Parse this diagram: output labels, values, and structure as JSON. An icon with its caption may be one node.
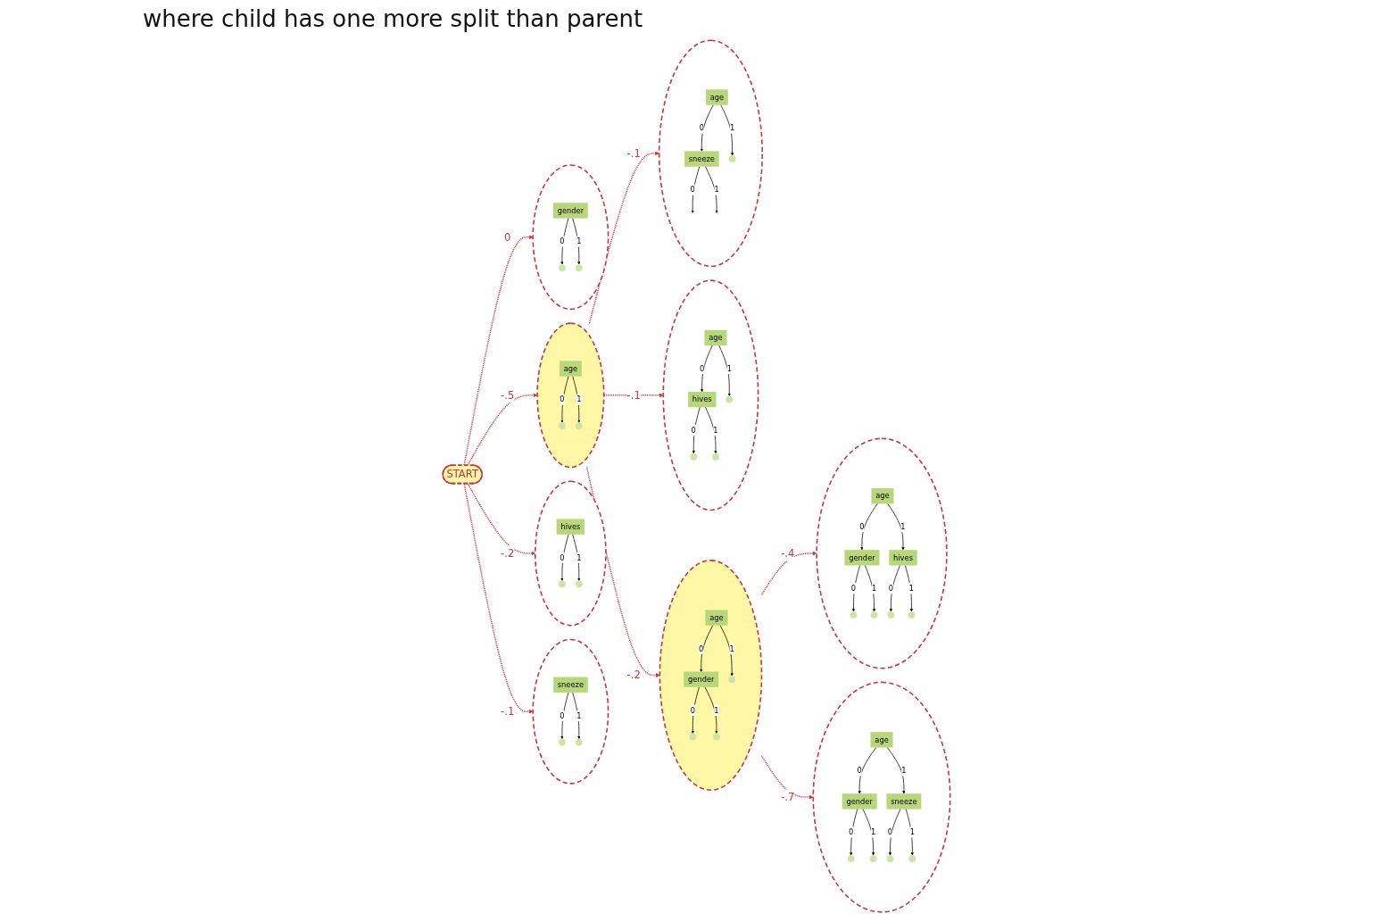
{
  "diagram": {
    "title": "where child has one more split than parent",
    "nodes": [
      {
        "text": [
          "START"
        ]
      },
      {
        "text": [],
        "shape": "ellipse"
      },
      {
        "text": [
          "sneeze"
        ],
        "in": 1
      },
      {
        "text": [],
        "shape": "circle",
        "in": 1
      },
      {
        "text": [],
        "shape": "circle",
        "in": 1
      },
      {
        "text": [],
        "shape": "ellipse"
      },
      {
        "text": [
          "hives"
        ],
        "in": 5
      },
      {
        "text": [],
        "shape": "circle",
        "in": 5
      },
      {
        "text": [],
        "shape": "circle",
        "in": 5
      },
      {
        "text": [],
        "shape": "ellipse"
      },
      {
        "text": [
          "age"
        ],
        "in": 9
      },
      {
        "text": [],
        "shape": "circle",
        "in": 9
      },
      {
        "text": [],
        "shape": "circle",
        "in": 9
      },
      {
        "text": [],
        "shape": "ellipse"
      },
      {
        "text": [
          "gender"
        ],
        "in": 13
      },
      {
        "text": [],
        "shape": "circle",
        "in": 13
      },
      {
        "text": [],
        "shape": "circle",
        "in": 13
      },
      {
        "text": [],
        "shape": "ellipse"
      },
      {
        "text": [
          "age"
        ],
        "in": 17
      },
      {
        "text": [
          "gender"
        ],
        "in": 17
      },
      {
        "text": [],
        "shape": "circle",
        "in": 17
      },
      {
        "text": [],
        "shape": "circle",
        "in": 17
      },
      {
        "text": [],
        "shape": "circle",
        "in": 17
      },
      {
        "text": [],
        "shape": "ellipse"
      },
      {
        "text": [
          "age"
        ],
        "in": 23
      },
      {
        "text": [
          "hives"
        ],
        "in": 23
      },
      {
        "text": [],
        "shape": "circle",
        "in": 23
      },
      {
        "text": [],
        "shape": "circle",
        "in": 23
      },
      {
        "text": [],
        "shape": "circle",
        "in": 23
      },
      {
        "text": [],
        "shape": "ellipse"
      },
      {
        "text": [
          "age"
        ],
        "in": 29
      },
      {
        "text": [
          "sneeze"
        ],
        "in": 29
      },
      {
        "text": [],
        "shape": "circle",
        "in": 29
      },
      {
        "text": [],
        "shape": "ellipse"
      },
      {
        "text": [
          "age"
        ],
        "in": 33
      },
      {
        "text": [
          "gender"
        ],
        "in": 33
      },
      {
        "text": [
          "hives"
        ],
        "in": 33
      },
      {
        "text": [],
        "shape": "circle",
        "in": 33
      },
      {
        "text": [],
        "shape": "circle",
        "in": 33
      },
      {
        "text": [],
        "shape": "circle",
        "in": 33
      },
      {
        "text": [],
        "shape": "circle",
        "in": 33
      },
      {
        "text": [],
        "shape": "ellipse"
      },
      {
        "text": [
          "age"
        ],
        "in": 41
      },
      {
        "text": [
          "gender"
        ],
        "in": 41
      },
      {
        "text": [
          "sneeze"
        ],
        "in": 41
      },
      {
        "text": [],
        "shape": "circle",
        "in": 41
      },
      {
        "text": [],
        "shape": "circle",
        "in": 41
      },
      {
        "text": [],
        "shape": "circle",
        "in": 41
      },
      {
        "text": [],
        "shape": "circle",
        "in": 41
      }
    ],
    "edges": [
      {
        "from": 0,
        "to": 1,
        "arrow": "to",
        "label": "-.1",
        "style": "dashed",
        "color": "#c8323c"
      },
      {
        "from": 0,
        "to": 5,
        "arrow": "to",
        "label": "-.2",
        "style": "dashed",
        "color": "#c8323c"
      },
      {
        "from": 0,
        "to": 9,
        "arrow": "to",
        "label": "-.5",
        "style": "dashed",
        "color": "#c8323c"
      },
      {
        "from": 0,
        "to": 13,
        "arrow": "to",
        "label": "0",
        "style": "dashed",
        "color": "#c8323c"
      },
      {
        "from": 9,
        "to": 17,
        "arrow": "to",
        "label": "-.2",
        "style": "dashed",
        "color": "#c8323c"
      },
      {
        "from": 9,
        "to": 23,
        "arrow": "to",
        "label": "-.1",
        "style": "dashed",
        "color": "#c8323c"
      },
      {
        "from": 9,
        "to": 29,
        "arrow": "to",
        "label": "-.1",
        "style": "dashed",
        "color": "#c8323c"
      },
      {
        "from": 17,
        "to": 33,
        "arrow": "to",
        "label": "-.4",
        "style": "dashed",
        "color": "#c8323c"
      },
      {
        "from": 17,
        "to": 41,
        "arrow": "to",
        "label": "-.7",
        "style": "dashed",
        "color": "#c8323c"
      },
      {
        "from": 2,
        "to": 3,
        "arrow": "to",
        "label": "0"
      },
      {
        "from": 2,
        "to": 4,
        "arrow": "to",
        "label": "1"
      },
      {
        "from": 6,
        "to": 7,
        "arrow": "to",
        "label": "0"
      },
      {
        "from": 6,
        "to": 8,
        "arrow": "to",
        "label": "1"
      },
      {
        "from": 10,
        "to": 11,
        "arrow": "to",
        "label": "0"
      },
      {
        "from": 10,
        "to": 12,
        "arrow": "to",
        "label": "1"
      },
      {
        "from": 14,
        "to": 15,
        "arrow": "to",
        "label": "0"
      },
      {
        "from": 14,
        "to": 16,
        "arrow": "to",
        "label": "1"
      },
      {
        "from": 18,
        "to": 19,
        "arrow": "to",
        "label": "0"
      },
      {
        "from": 18,
        "to": 20,
        "arrow": "to",
        "label": "1"
      },
      {
        "from": 19,
        "to": 21,
        "arrow": "to",
        "label": "0"
      },
      {
        "from": 19,
        "to": 22,
        "arrow": "to",
        "label": "1"
      },
      {
        "from": 24,
        "to": 25,
        "arrow": "to",
        "label": "0"
      },
      {
        "from": 24,
        "to": 26,
        "arrow": "to",
        "label": "1"
      },
      {
        "from": 25,
        "to": 27,
        "arrow": "to",
        "label": "0"
      },
      {
        "from": 25,
        "to": 28,
        "arrow": "to",
        "label": "1"
      },
      {
        "from": 30,
        "to": 31,
        "arrow": "to",
        "label": "0"
      },
      {
        "from": 30,
        "to": 32,
        "arrow": "to",
        "label": "1"
      },
      {
        "from": 31,
        "to": null,
        "arrow": "to",
        "label": "0"
      },
      {
        "from": 31,
        "to": null,
        "arrow": "to",
        "label": "1"
      },
      {
        "from": 34,
        "to": 35,
        "arrow": "to",
        "label": "0"
      },
      {
        "from": 34,
        "to": 36,
        "arrow": "to",
        "label": "1"
      },
      {
        "from": 35,
        "to": 37,
        "arrow": "to",
        "label": "0"
      },
      {
        "from": 35,
        "to": 38,
        "arrow": "to",
        "label": "1"
      },
      {
        "from": 36,
        "to": 39,
        "arrow": "to",
        "label": "0"
      },
      {
        "from": 36,
        "to": 40,
        "arrow": "to",
        "label": "1"
      },
      {
        "from": 42,
        "to": 43,
        "arrow": "to",
        "label": "0"
      },
      {
        "from": 42,
        "to": 44,
        "arrow": "to",
        "label": "1"
      },
      {
        "from": 43,
        "to": 45,
        "arrow": "to",
        "label": "0"
      },
      {
        "from": 43,
        "to": 46,
        "arrow": "to",
        "label": "1"
      },
      {
        "from": 44,
        "to": 47,
        "arrow": "to",
        "label": "0"
      },
      {
        "from": 44,
        "to": 48,
        "arrow": "to",
        "label": "1"
      }
    ]
  }
}
